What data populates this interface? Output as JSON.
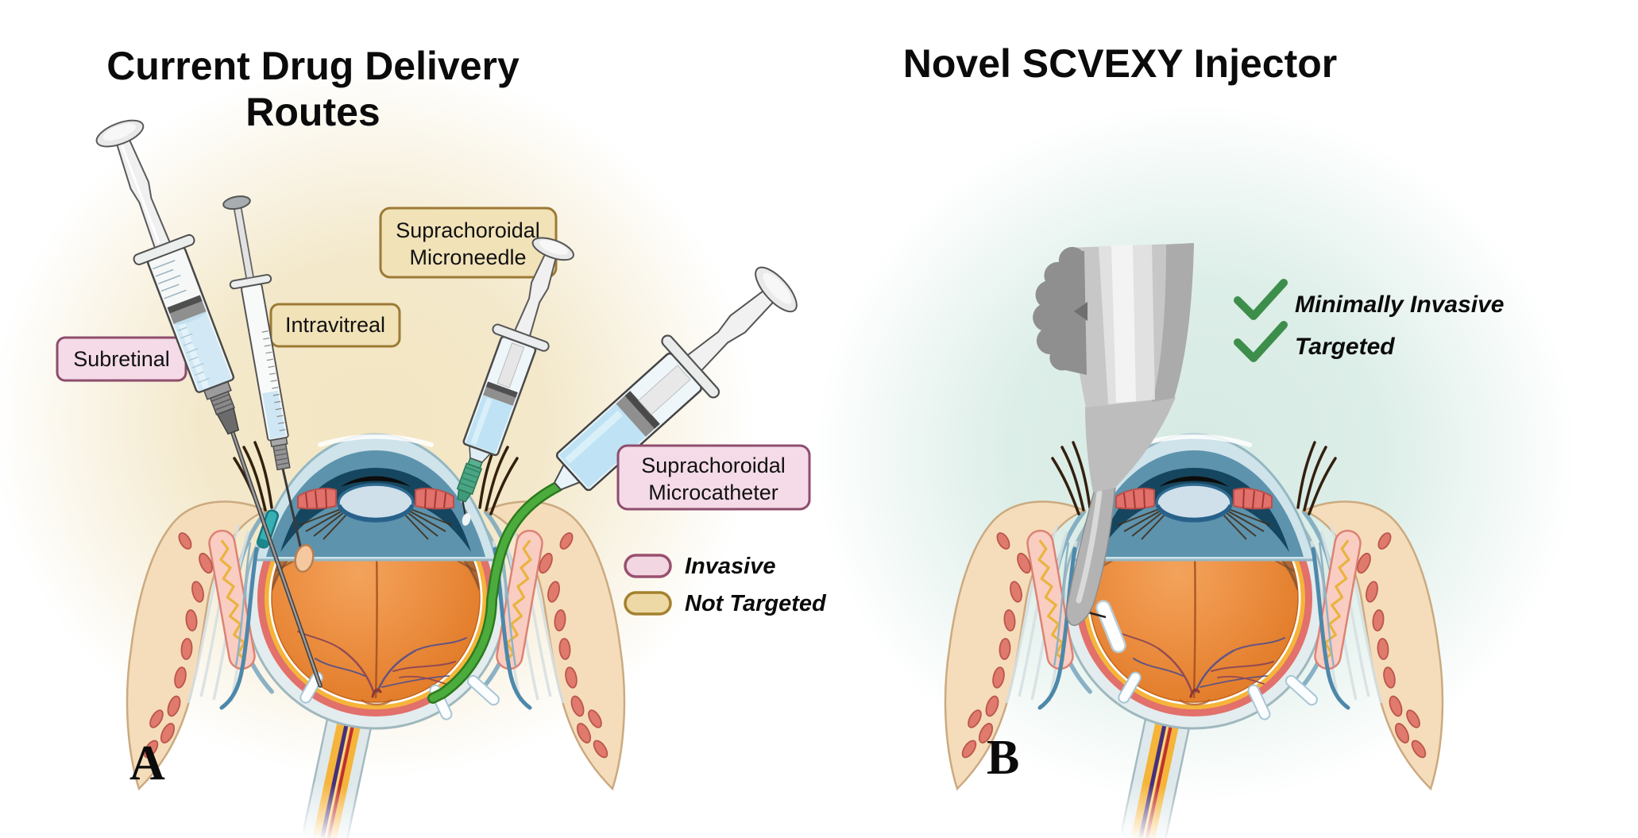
{
  "figure": {
    "panel_a": {
      "letter": "A",
      "title_line1": "Current Drug Delivery",
      "title_line2": "Routes",
      "labels": {
        "subretinal": {
          "line1": "Subretinal"
        },
        "intravitreal": {
          "line1": "Intravitreal"
        },
        "microneedle": {
          "line1": "Suprachoroidal",
          "line2": "Microneedle"
        },
        "microcatheter": {
          "line1": "Suprachoroidal",
          "line2": "Microcatheter"
        }
      },
      "legend": {
        "invasive_label": "Invasive",
        "not_targeted_label": "Not Targeted"
      }
    },
    "panel_b": {
      "letter": "B",
      "title": "Novel SCVEXY Injector",
      "checks": [
        "Minimally Invasive",
        "Targeted"
      ]
    },
    "colors": {
      "invasive_fill": "#f4dbe7",
      "invasive_border": "#8e4d6d",
      "not_targeted_fill": "#f1e2b8",
      "not_targeted_border": "#9c7a35",
      "check_green": "#3e8e4b",
      "catheter_green": "#4cab3d",
      "trocar_teal": "#35b0b5",
      "microneedle_hub_green": "#4aa583",
      "panel_a_glow": "#f3e6c2",
      "panel_b_glow": "#d6eae3",
      "vitreous_orange": "#e8863a",
      "sclera_blue_gray": "#e3ecee",
      "choroid_pink": "#e2706b",
      "retina_yellow": "#f5b43a"
    }
  }
}
